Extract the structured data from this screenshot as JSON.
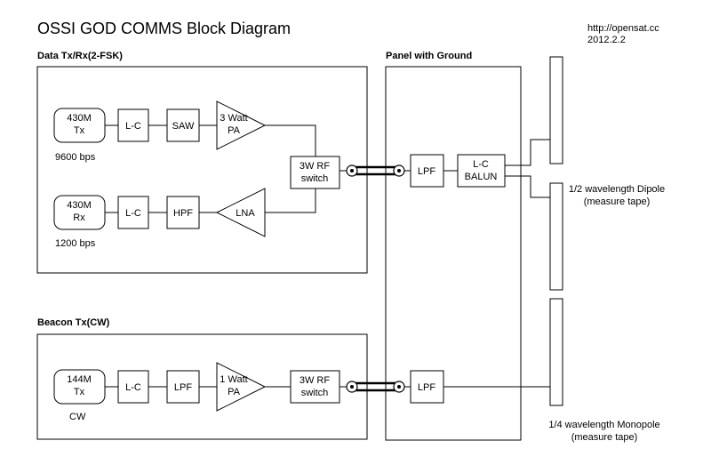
{
  "title": "OSSI GOD COMMS Block Diagram",
  "meta": {
    "url": "http://opensat.cc",
    "date": "2012.2.2"
  },
  "sections": {
    "data": "Data Tx/Rx(2-FSK)",
    "panel": "Panel with Ground",
    "beacon": "Beacon Tx(CW)"
  },
  "data_tx": {
    "source": [
      "430M",
      "Tx"
    ],
    "rate": "9600 bps",
    "lc": "L-C",
    "filter": "SAW",
    "amp": [
      "3 Watt",
      "PA"
    ]
  },
  "data_rx": {
    "source": [
      "430M",
      "Rx"
    ],
    "rate": "1200 bps",
    "lc": "L-C",
    "filter": "HPF",
    "amp": "LNA"
  },
  "rf_switch": [
    "3W RF",
    "switch"
  ],
  "panel": {
    "lpf_top": "LPF",
    "balun": [
      "L-C",
      "BALUN"
    ],
    "lpf_bottom": "LPF"
  },
  "beacon": {
    "source": [
      "144M",
      "Tx"
    ],
    "mode": "CW",
    "lc": "L-C",
    "filter": "LPF",
    "amp": [
      "1 Watt",
      "PA"
    ],
    "switch": [
      "3W RF",
      "switch"
    ]
  },
  "antennas": {
    "dipole": [
      "1/2 wavelength Dipole",
      "(measure tape)"
    ],
    "monopole": [
      "1/4 wavelength Monopole",
      "(measure tape)"
    ]
  }
}
